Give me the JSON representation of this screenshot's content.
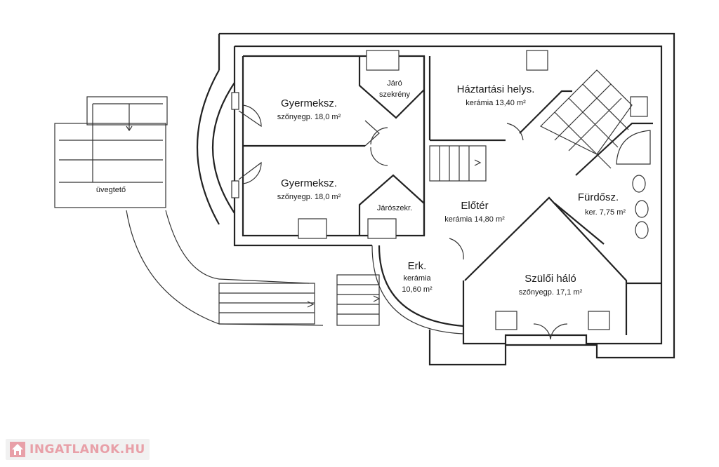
{
  "rooms": {
    "gyermek1": {
      "name": "Gyermeksz.",
      "area": "szőnyegp. 18,0 m²"
    },
    "gyermek2": {
      "name": "Gyermeksz.",
      "area": "szőnyegp. 18,0 m²"
    },
    "jaro_szekreny": {
      "line1": "Járó",
      "line2": "szekrény"
    },
    "haztartasi": {
      "name": "Háztartási helys.",
      "area": "kerámia 13,40 m²"
    },
    "jaroszekr": {
      "name": "Járószekr."
    },
    "eloter": {
      "name": "Előtér",
      "area": "kerámia 14,80 m²"
    },
    "furdo": {
      "name": "Fürdősz.",
      "area": "ker. 7,75 m²"
    },
    "erkely": {
      "name": "Erk.",
      "material": "kerámia",
      "area": "10,60 m²"
    },
    "szuloi": {
      "name": "Szülői háló",
      "area": "szőnyegp. 17,1 m²"
    },
    "uvegteto": {
      "name": "üvegtető"
    }
  },
  "watermark": {
    "text": "INGATLANOK.HU",
    "color": "#e8a0a8"
  }
}
